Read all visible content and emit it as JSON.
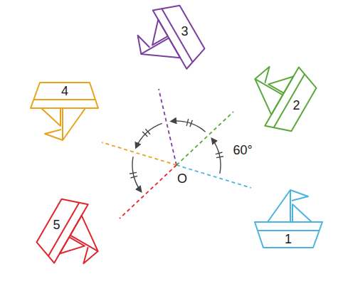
{
  "diagram": {
    "labels": [
      "3",
      "2",
      "4",
      "60°",
      "O",
      "1",
      "5"
    ]
  }
}
